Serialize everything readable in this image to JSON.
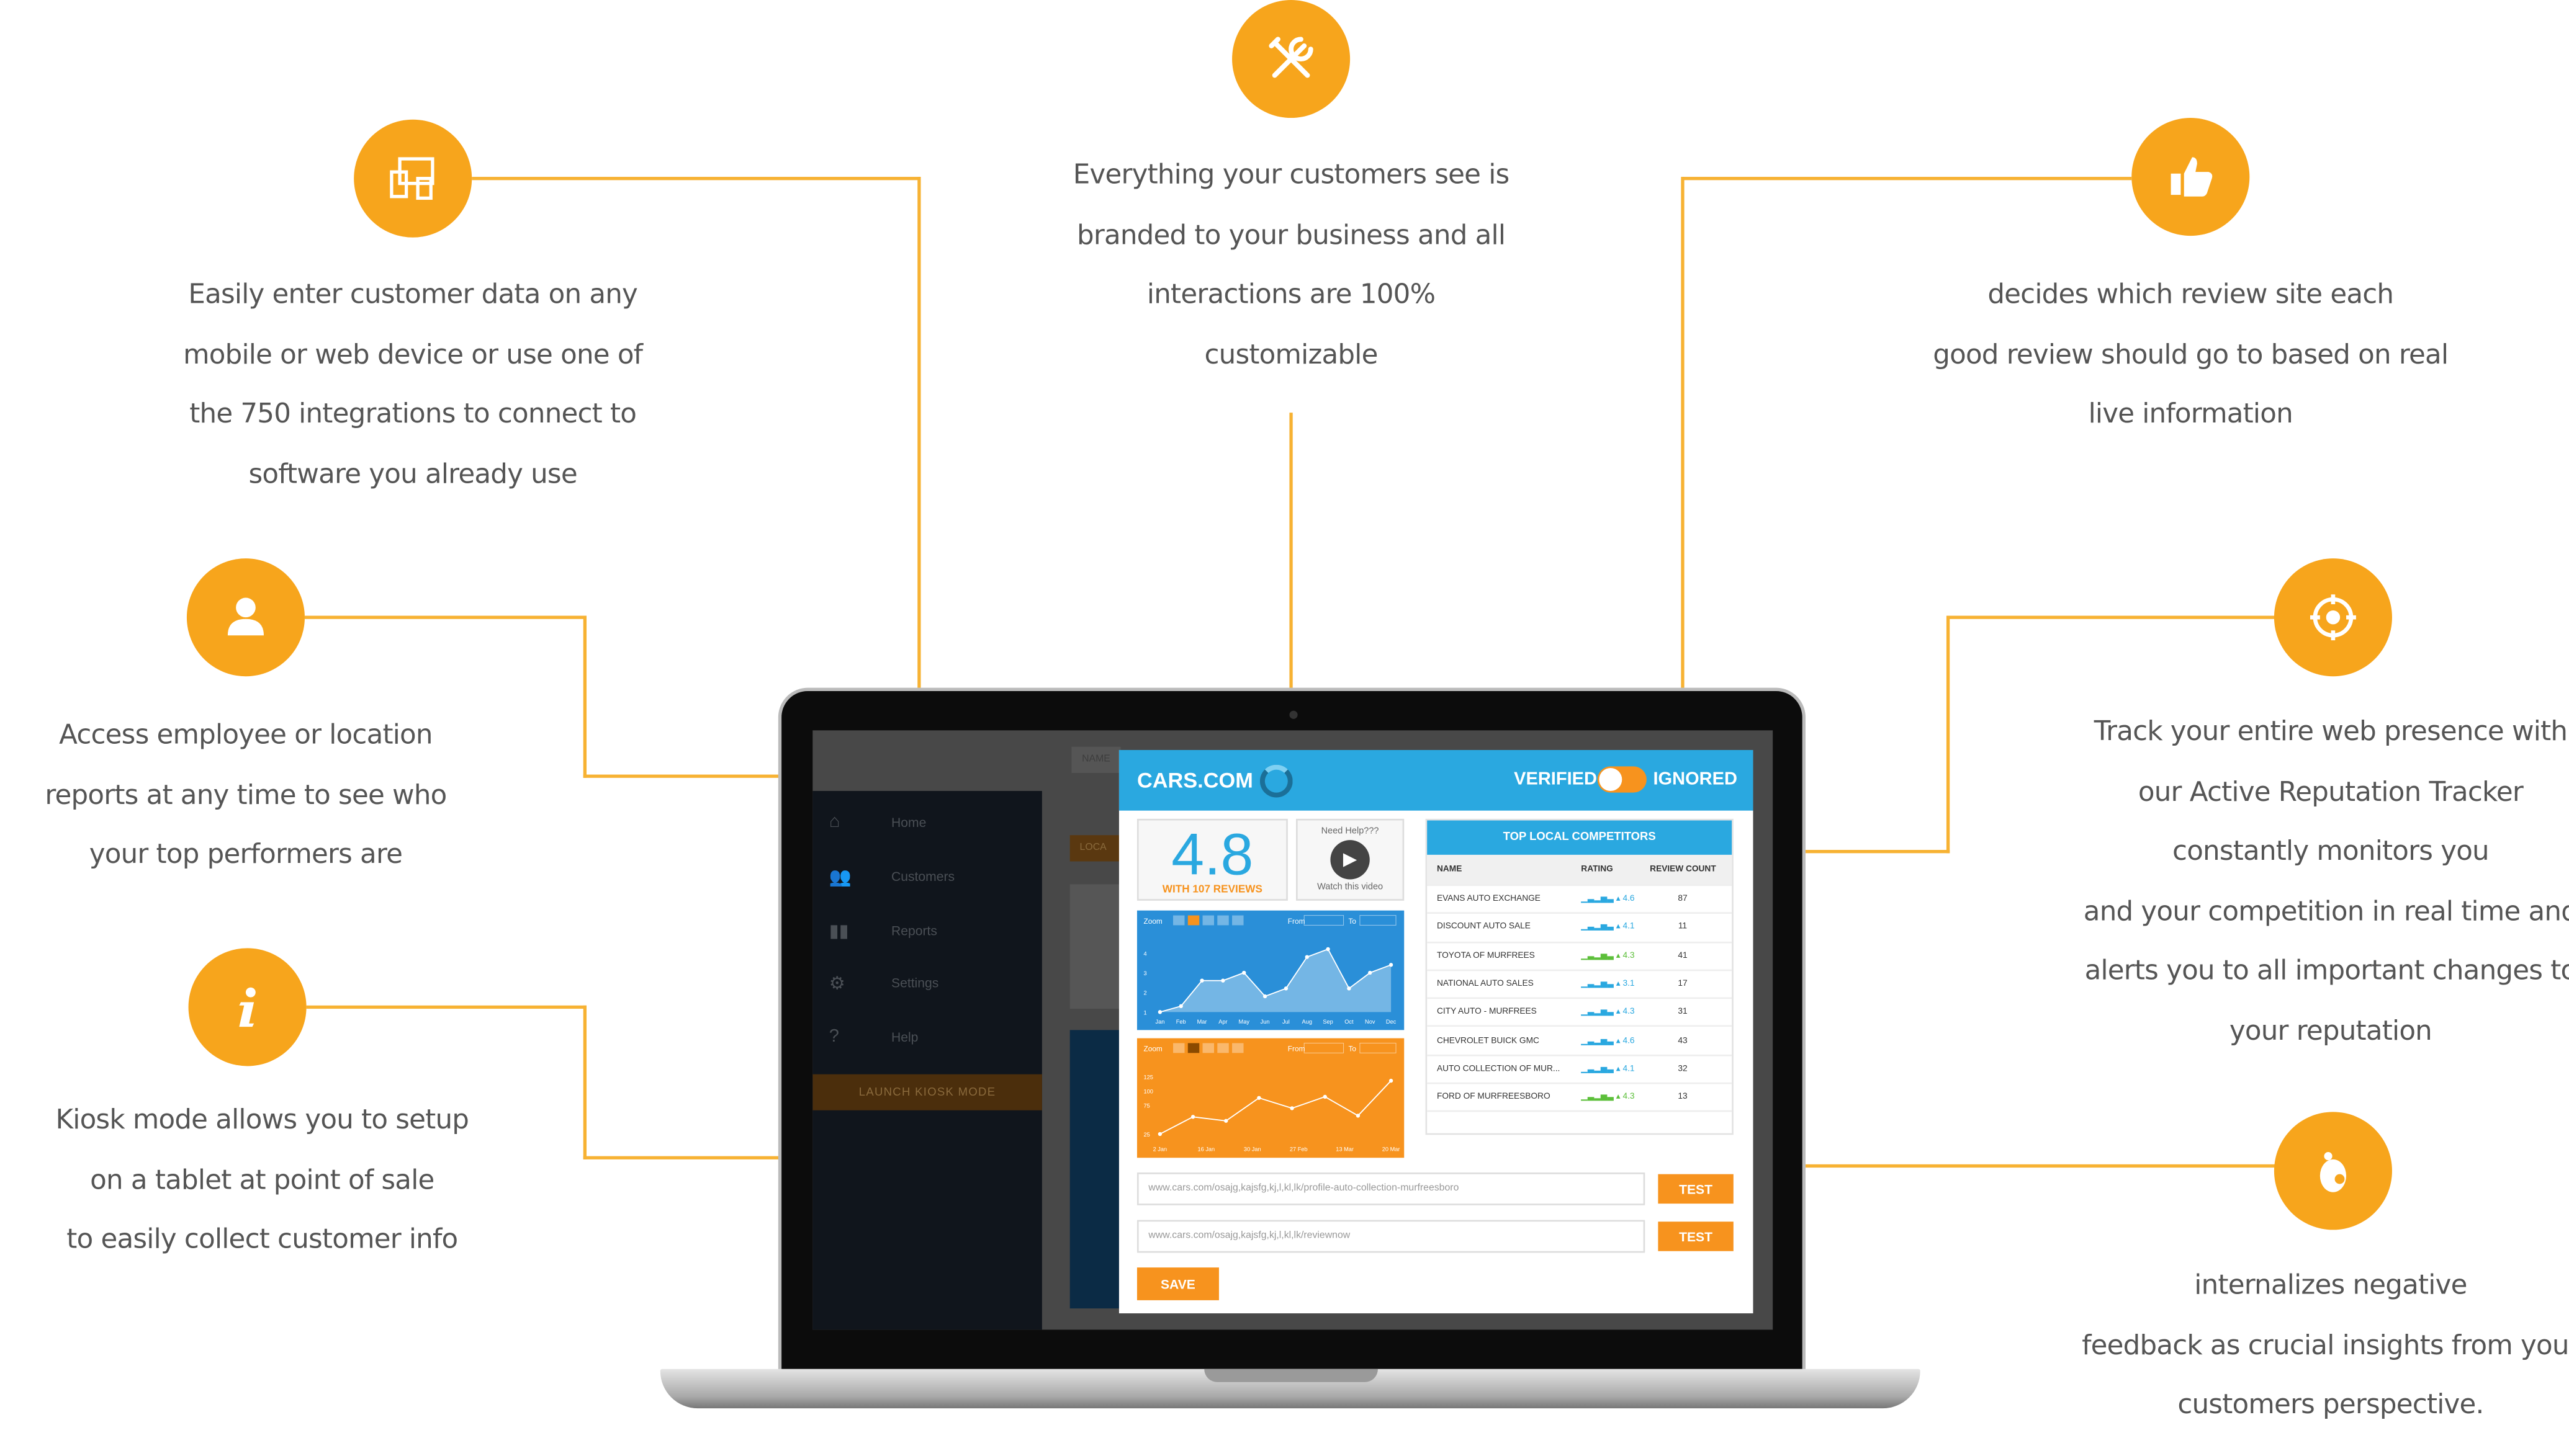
{
  "features": {
    "devices": "Easily enter customer data on any\nmobile or web device or use one of\nthe 750 integrations to connect to\nsoftware you already use",
    "branding": "Everything your customers see is\nbranded to your business and all\ninteractions are 100%\ncustomizable",
    "routing": "decides which review site each\ngood review should go to based on real\nlive information",
    "reports": "Access employee or location\nreports at any time to see who\nyour top performers are",
    "tracker": "Track your entire web presence with\nour Active Reputation Tracker\nconstantly monitors you\nand your competition in real time and\nalerts you to all important changes to\nyour reputation",
    "kiosk": "Kiosk mode allows you to setup\non a tablet at point of sale\nto easily collect customer info",
    "feedback": "internalizes negative\nfeedback as crucial insights from your\ncustomers perspective."
  },
  "colors": {
    "accent": "#f7a51c",
    "blue": "#2aa8e0",
    "orange": "#f7931e"
  },
  "app": {
    "topbar_name": "NAME",
    "sidebar": [
      {
        "label": "Home",
        "icon": "home-icon"
      },
      {
        "label": "Customers",
        "icon": "users-icon"
      },
      {
        "label": "Reports",
        "icon": "bar-chart-icon"
      },
      {
        "label": "Settings",
        "icon": "gear-icon"
      },
      {
        "label": "Help",
        "icon": "help-icon"
      }
    ],
    "kiosk_button": "LAUNCH KIOSK MODE",
    "location_button": "LOCA"
  },
  "modal": {
    "site": "CARS.COM",
    "verified": "VERIFIED",
    "ignored": "IGNORED",
    "toggle_on": true,
    "rating": "4.8",
    "reviews": "WITH 107 REVIEWS",
    "help_title": "Need Help???",
    "help_caption": "Watch this video",
    "competitors_title": "TOP LOCAL COMPETITORS",
    "columns": [
      "NAME",
      "RATING",
      "REVIEW COUNT"
    ],
    "competitors": [
      {
        "name": "EVANS AUTO EXCHANGE",
        "rating": "4.6",
        "count": "87",
        "color": "#2aa8e0"
      },
      {
        "name": "DISCOUNT AUTO SALE",
        "rating": "4.1",
        "count": "11",
        "color": "#2aa8e0"
      },
      {
        "name": "TOYOTA OF MURFREES",
        "rating": "4.3",
        "count": "41",
        "color": "#5cbf3a"
      },
      {
        "name": "NATIONAL AUTO SALES",
        "rating": "3.1",
        "count": "17",
        "color": "#2aa8e0"
      },
      {
        "name": "CITY AUTO - MURFREES",
        "rating": "4.3",
        "count": "31",
        "color": "#2aa8e0"
      },
      {
        "name": "CHEVROLET BUICK GMC",
        "rating": "4.6",
        "count": "43",
        "color": "#2aa8e0"
      },
      {
        "name": "AUTO COLLECTION OF MUR...",
        "rating": "4.1",
        "count": "32",
        "color": "#2aa8e0"
      },
      {
        "name": "FORD OF MURFREESBORO",
        "rating": "4.3",
        "count": "13",
        "color": "#5cbf3a"
      }
    ],
    "url1": "www.cars.com/osajg,kajsfg,kj,l,kl,lk/profile-auto-collection-murfreesboro",
    "url2": "www.cars.com/osajg,kajsfg,kj,l,kl,lk/reviewnow",
    "test_label": "TEST",
    "save_label": "SAVE"
  },
  "chart_data": [
    {
      "type": "area",
      "zoom_label": "Zoom",
      "from_label": "From",
      "to_label": "To",
      "x": [
        "Jan",
        "Feb",
        "Mar",
        "Apr",
        "May",
        "Jun",
        "Jul",
        "Aug",
        "Sep",
        "Oct",
        "Nov",
        "Dec"
      ],
      "values": [
        1,
        1.3,
        2.6,
        2.6,
        3,
        1.8,
        2.2,
        3.8,
        4.2,
        2.2,
        3,
        3.4
      ],
      "yticks": [
        "1",
        "2",
        "3",
        "4"
      ],
      "ylim": [
        1,
        4.5
      ]
    },
    {
      "type": "line",
      "zoom_label": "Zoom",
      "from_label": "From",
      "to_label": "To",
      "x": [
        "2 Jan",
        "16 Jan",
        "30 Jan",
        "27 Feb",
        "13 Mar",
        "20 Mar"
      ],
      "values": [
        25,
        55,
        48,
        88,
        70,
        90,
        57,
        118
      ],
      "yticks": [
        "25",
        "75",
        "100",
        "125"
      ],
      "ylim": [
        15,
        135
      ]
    }
  ]
}
